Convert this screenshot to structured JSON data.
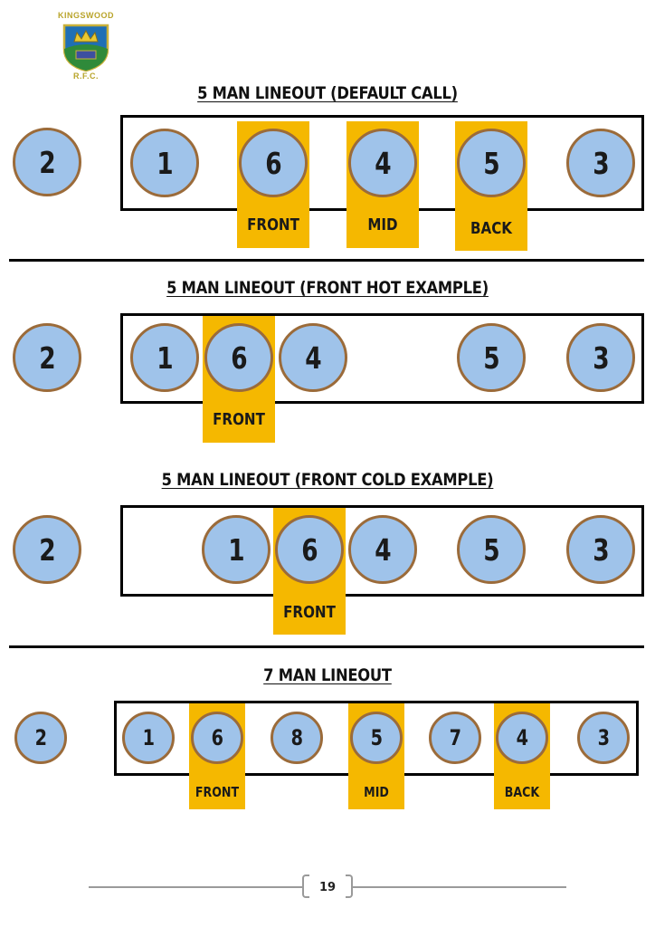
{
  "logo": {
    "club_name": "KINGSWOOD",
    "subtitle": "R.F.C."
  },
  "colors": {
    "player_fill": "#9fc3ea",
    "player_border": "#9b6b3a",
    "highlight": "#f5b800"
  },
  "sections": [
    {
      "title": "5 MAN LINEOUT (DEFAULT CALL)",
      "hooker": "2",
      "players": [
        "1",
        "6",
        "4",
        "5",
        "3"
      ],
      "labels": [
        "FRONT",
        "MID",
        "BACK"
      ]
    },
    {
      "title": "5 MAN LINEOUT (FRONT HOT EXAMPLE)",
      "hooker": "2",
      "players": [
        "1",
        "6",
        "4",
        "5",
        "3"
      ],
      "labels": [
        "FRONT"
      ]
    },
    {
      "title": "5 MAN LINEOUT (FRONT COLD EXAMPLE)",
      "hooker": "2",
      "players": [
        "1",
        "6",
        "4",
        "5",
        "3"
      ],
      "labels": [
        "FRONT"
      ]
    },
    {
      "title": "7 MAN LINEOUT",
      "hooker": "2",
      "players": [
        "1",
        "6",
        "8",
        "5",
        "7",
        "4",
        "3"
      ],
      "labels": [
        "FRONT",
        "MID",
        "BACK"
      ]
    }
  ],
  "footer": {
    "page_number": "19"
  }
}
